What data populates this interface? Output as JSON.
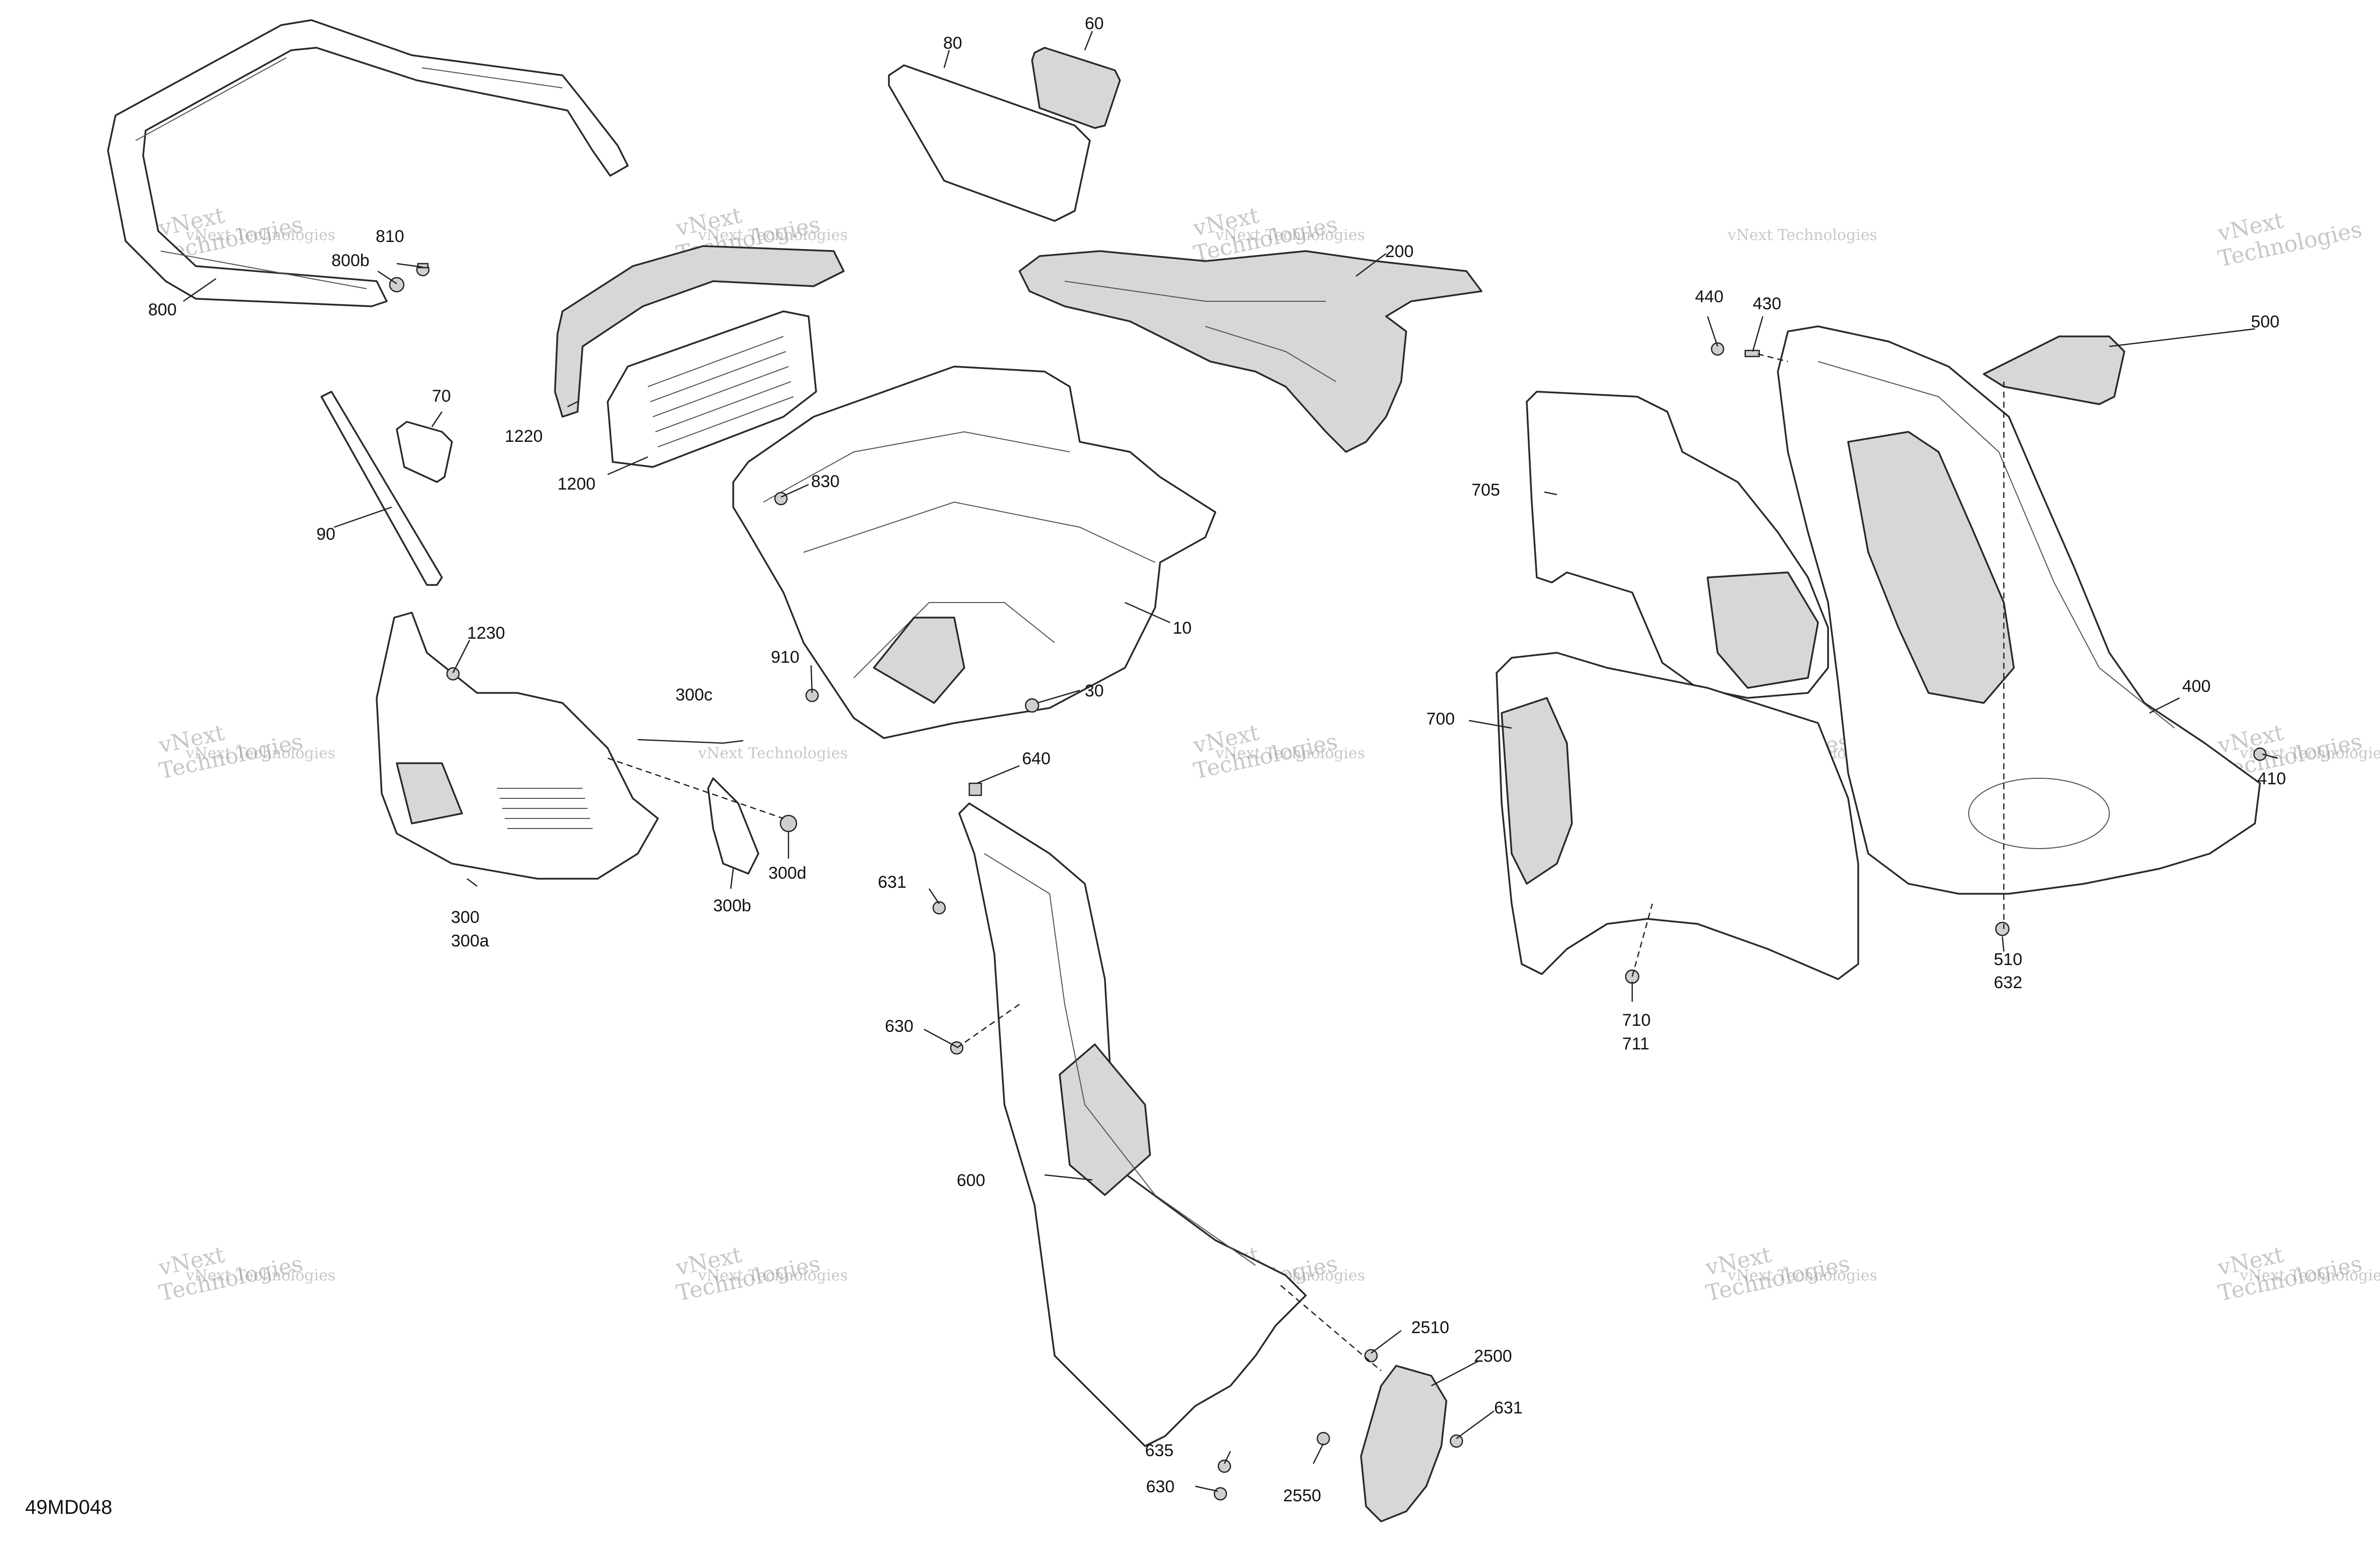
{
  "diagram_ref": "49MD048",
  "watermark": {
    "line1": "vNext",
    "line2": "Technologies",
    "line3": "vNext Technologies"
  },
  "callouts": {
    "c10": "10",
    "c30": "30",
    "c60": "60",
    "c70": "70",
    "c80": "80",
    "c90": "90",
    "c200": "200",
    "c300": "300",
    "c300a": "300a",
    "c300b": "300b",
    "c300c": "300c",
    "c300d": "300d",
    "c400": "400",
    "c410": "410",
    "c430": "430",
    "c440": "440",
    "c500": "500",
    "c510": "510",
    "c600": "600",
    "c630a": "630",
    "c630b": "630",
    "c631a": "631",
    "c631b": "631",
    "c632": "632",
    "c635": "635",
    "c640": "640",
    "c700": "700",
    "c705": "705",
    "c710": "710",
    "c711": "711",
    "c800": "800",
    "c800b": "800b",
    "c810": "810",
    "c830": "830",
    "c910": "910",
    "c1200": "1200",
    "c1220": "1220",
    "c1230": "1230",
    "c2500": "2500",
    "c2510": "2510",
    "c2550": "2550"
  }
}
